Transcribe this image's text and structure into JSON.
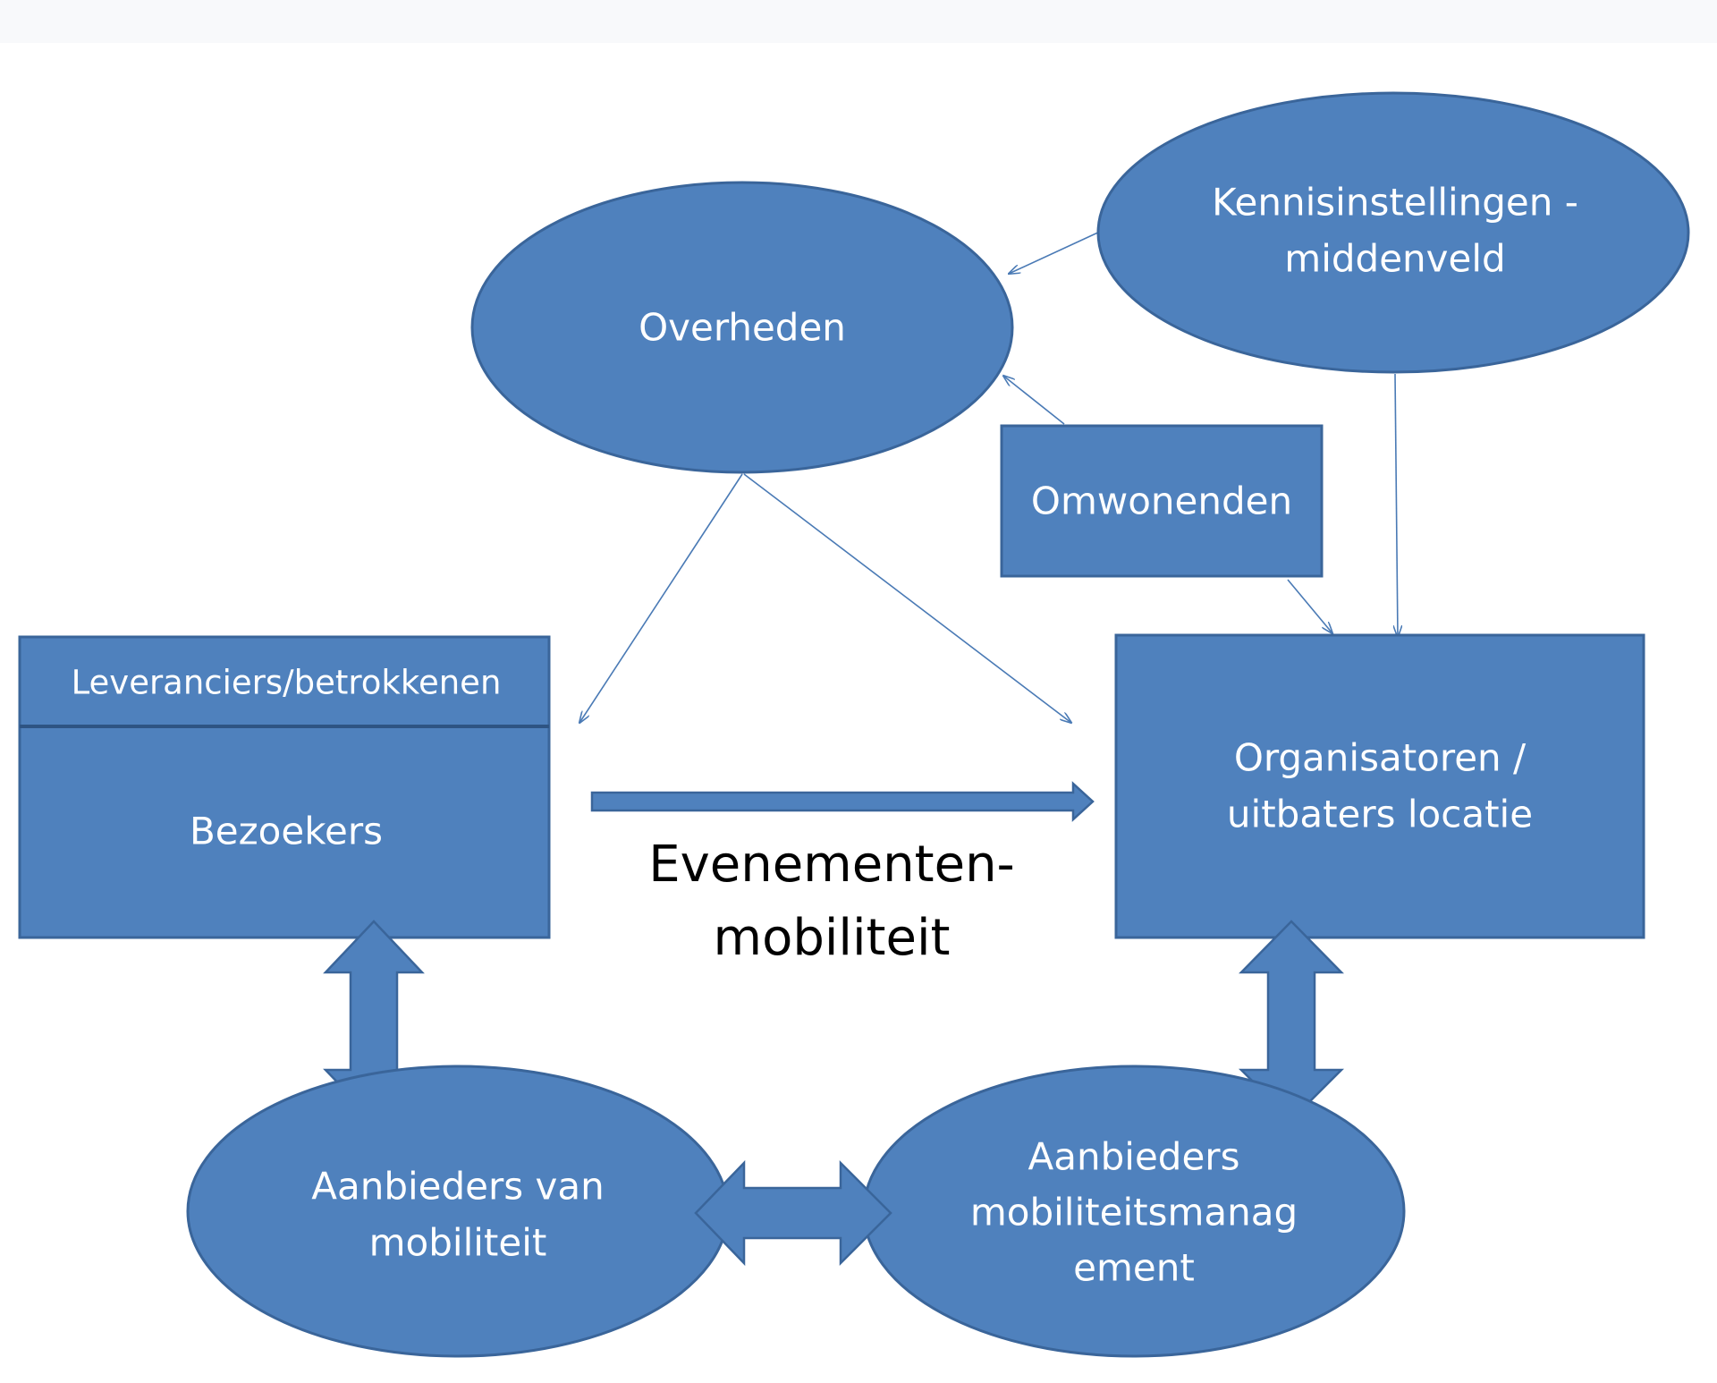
{
  "nodes": {
    "overheden": "Overheden",
    "kennis_line1": "Kennisinstellingen -",
    "kennis_line2": "middenveld",
    "omwonenden": "Omwonenden",
    "leveranciers": "Leveranciers/betrokkenen",
    "bezoekers": "Bezoekers",
    "organisatoren_line1": "Organisatoren /",
    "organisatoren_line2": "uitbaters locatie",
    "aanbieders_mob_line1": "Aanbieders van",
    "aanbieders_mob_line2": "mobiliteit",
    "aanbieders_mm_line1": "Aanbieders",
    "aanbieders_mm_line2": "mobiliteitsmanag",
    "aanbieders_mm_line3": "ement"
  },
  "center": {
    "line1": "Evenementen-",
    "line2": "mobiliteit"
  },
  "colors": {
    "node_fill": "#4f81bd",
    "node_stroke": "#3a659a",
    "connector": "#4a7ab5",
    "text_on_node": "#ffffff",
    "center_text": "#000000"
  }
}
